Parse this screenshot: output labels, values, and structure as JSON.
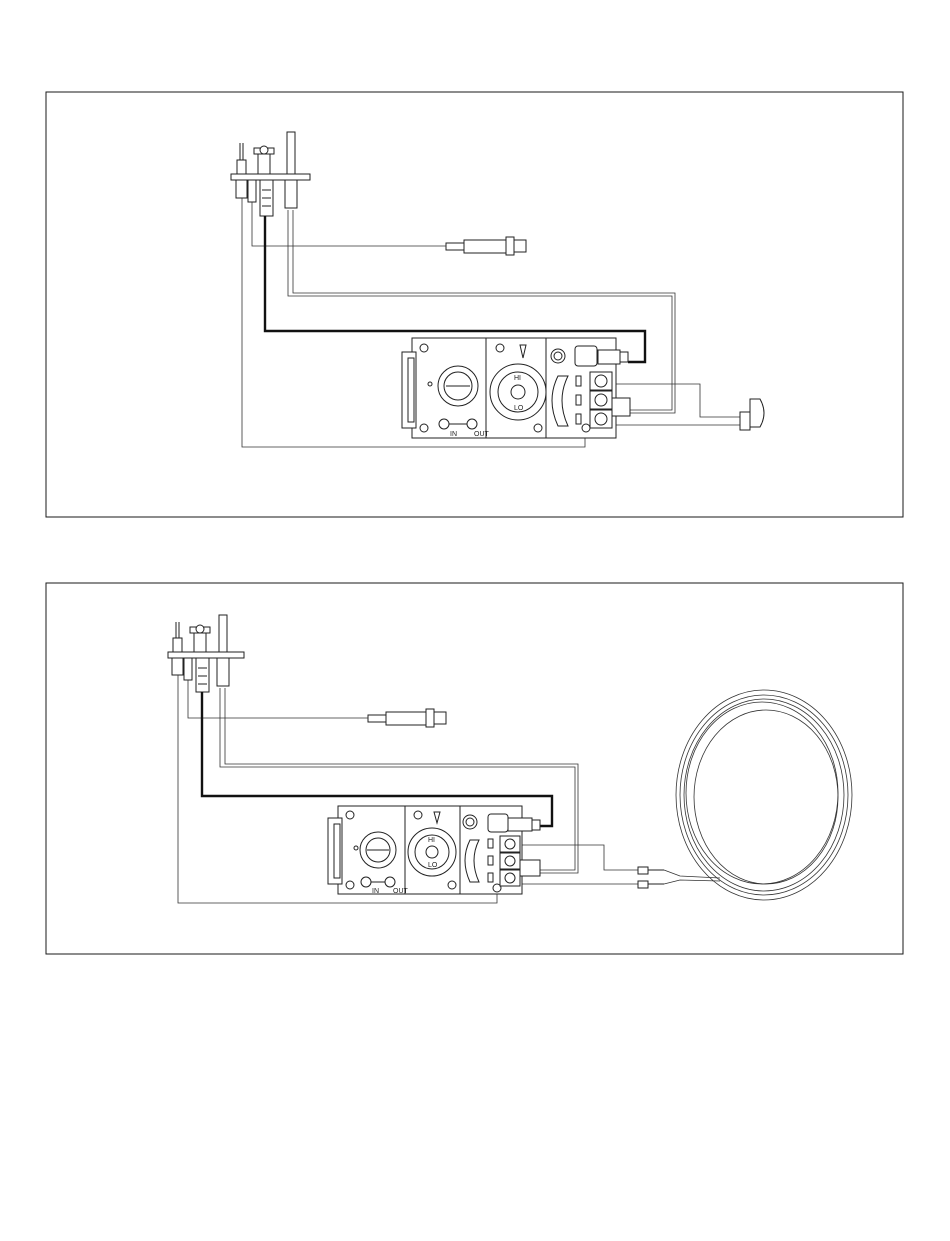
{
  "diagrams": [
    {
      "valve_labels": {
        "inlet": "IN",
        "outlet": "OUT",
        "high": "HI",
        "low": "LO"
      },
      "has_remote_switch": true,
      "has_thermostat_coil": false
    },
    {
      "valve_labels": {
        "inlet": "IN",
        "outlet": "OUT",
        "high": "HI",
        "low": "LO"
      },
      "has_remote_switch": false,
      "has_thermostat_coil": true
    }
  ],
  "colors": {
    "line": "#222222",
    "background": "#ffffff"
  }
}
